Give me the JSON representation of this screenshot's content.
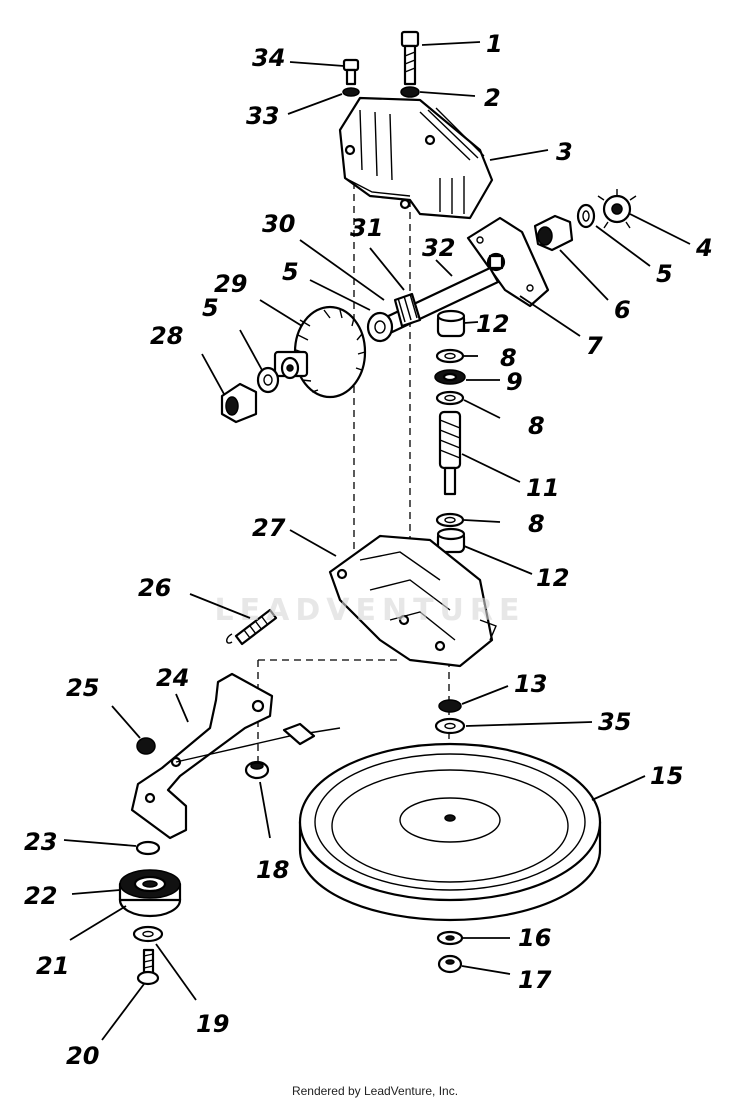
{
  "footer": "Rendered by LeadVenture, Inc.",
  "watermark": "LEADVENTURE",
  "callouts": [
    "1",
    "2",
    "3",
    "4",
    "5",
    "5",
    "5",
    "6",
    "7",
    "8",
    "8",
    "8",
    "9",
    "11",
    "12",
    "12",
    "13",
    "15",
    "16",
    "17",
    "18",
    "19",
    "20",
    "21",
    "22",
    "23",
    "24",
    "25",
    "26",
    "27",
    "28",
    "29",
    "30",
    "31",
    "32",
    "33",
    "34",
    "35"
  ]
}
